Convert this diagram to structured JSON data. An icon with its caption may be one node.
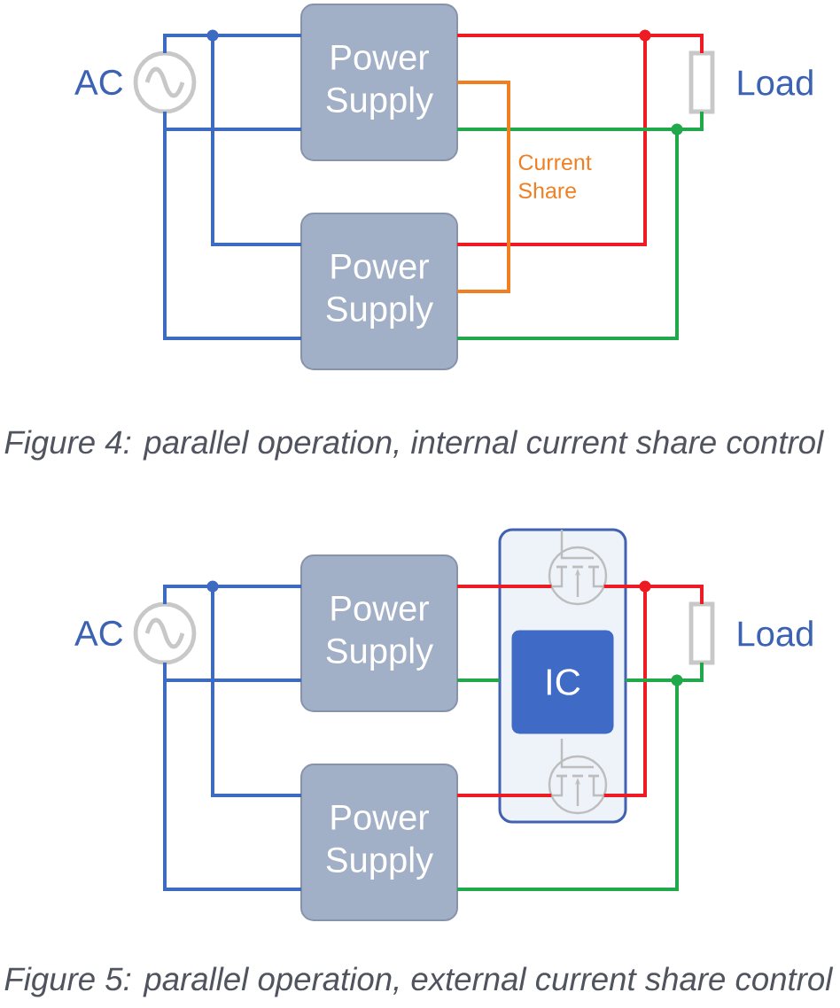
{
  "diagram": {
    "nodes": [
      {
        "text": [],
        "shape": "circle",
        "beside": [
          "AC"
        ]
      },
      {
        "text": [
          "Power Supply"
        ]
      },
      {
        "text": [
          "Power Supply"
        ]
      },
      {
        "text": [],
        "shape": "resistor",
        "beside": [
          "Load"
        ]
      },
      {
        "text": [],
        "shape": "circle",
        "beside": [
          "AC"
        ]
      },
      {
        "text": [
          "Power Supply"
        ]
      },
      {
        "text": [
          "Power Supply"
        ]
      },
      {
        "text": [],
        "shape": "box"
      },
      {
        "text": [],
        "shape": "transistor",
        "in": 7
      },
      {
        "text": [
          "IC"
        ],
        "in": 7
      },
      {
        "text": [],
        "shape": "transistor",
        "in": 7
      },
      {
        "text": [],
        "shape": "resistor",
        "beside": [
          "Load"
        ]
      }
    ],
    "edges": [
      {
        "from": 0,
        "to": 1,
        "arrow": "none"
      },
      {
        "from": 0,
        "to": 2,
        "arrow": "none"
      },
      {
        "from": 0,
        "to": 1,
        "arrow": "none"
      },
      {
        "from": 0,
        "to": 2,
        "arrow": "none"
      },
      {
        "from": 1,
        "to": 3,
        "arrow": "none",
        "color": "#ed1c24"
      },
      {
        "from": 2,
        "to": 3,
        "arrow": "none",
        "color": "#ed1c24"
      },
      {
        "from": 1,
        "to": 3,
        "arrow": "none",
        "color": "#20a84a"
      },
      {
        "from": 2,
        "to": 3,
        "arrow": "none",
        "color": "#20a84a"
      },
      {
        "from": 1,
        "to": 2,
        "arrow": "none",
        "label": "Current Share",
        "color": "#f07f22"
      },
      {
        "from": 4,
        "to": 5,
        "arrow": "none"
      },
      {
        "from": 4,
        "to": 6,
        "arrow": "none"
      },
      {
        "from": 4,
        "to": 5,
        "arrow": "none"
      },
      {
        "from": 4,
        "to": 6,
        "arrow": "none"
      },
      {
        "from": 5,
        "to": 8,
        "arrow": "none",
        "color": "#ed1c24"
      },
      {
        "from": 8,
        "to": 11,
        "arrow": "none",
        "color": "#ed1c24"
      },
      {
        "from": 6,
        "to": 10,
        "arrow": "none",
        "color": "#ed1c24"
      },
      {
        "from": 10,
        "to": 11,
        "arrow": "none",
        "color": "#ed1c24"
      },
      {
        "from": 5,
        "to": 7,
        "arrow": "none",
        "color": "#20a84a"
      },
      {
        "from": 7,
        "to": 11,
        "arrow": "none",
        "color": "#20a84a"
      },
      {
        "from": 6,
        "to": 11,
        "arrow": "none",
        "color": "#20a84a"
      }
    ],
    "labels": [
      "Figure 4: parallel operation, internal current share control",
      "Figure 5: parallel operation, external current share control"
    ]
  }
}
